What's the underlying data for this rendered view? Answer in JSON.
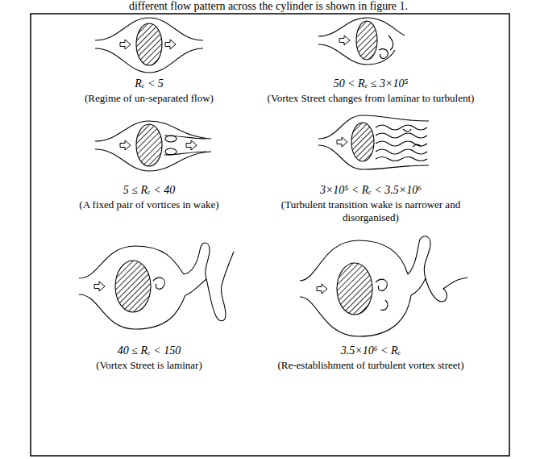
{
  "diagram": {
    "labels": [
      "different flow pattern across the cylinder is shown in figure 1.",
      "Rₑ < 5",
      "(Regime of un-separated flow)",
      "50 < Rₑ ≤ 3×10⁵",
      "(Vortex Street changes from laminar to turbulent)",
      "5 ≤ Rₑ < 40",
      "(A fixed pair of vortices in wake)",
      "3×10⁵ < Rₑ < 3.5×10⁶",
      "(Turbulent transition wake is narrower and disorganised)",
      "40 ≤ Rₑ < 150",
      "(Vortex Street is laminar)",
      "3.5×10⁶ < Rₑ",
      "(Re-establishment of turbulent vortex street)"
    ]
  }
}
